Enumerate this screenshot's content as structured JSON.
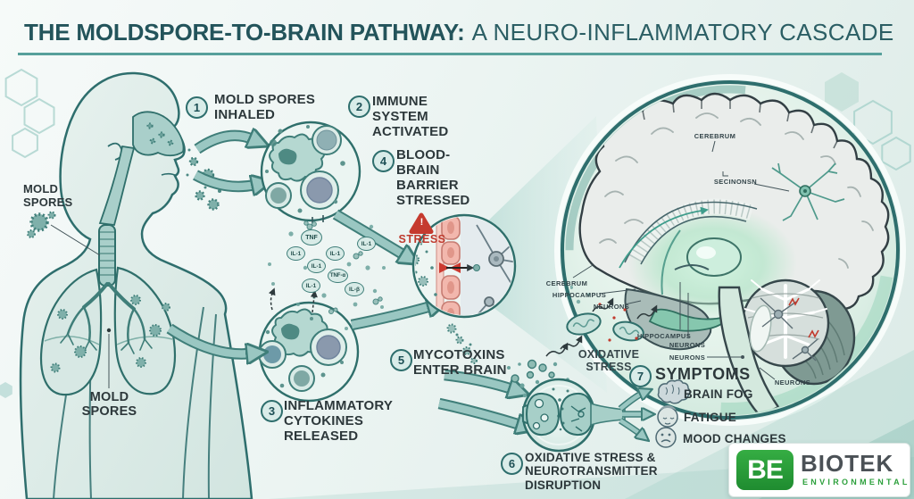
{
  "title": {
    "emphasis": "THE MOLDSPORE-TO-BRAIN PATHWAY:",
    "rest": "A NEURO-INFLAMMATORY CASCADE"
  },
  "steps": [
    {
      "num": "1",
      "label": "MOLD SPORES INHALED"
    },
    {
      "num": "2",
      "label": "IMMUNE SYSTEM ACTIVATED"
    },
    {
      "num": "3",
      "label": "INFLAMMATORY CYTOKINES RELEASED"
    },
    {
      "num": "4",
      "label": "BLOOD-BRAIN BARRIER STRESSED"
    },
    {
      "num": "5",
      "label": "MYCOTOXINS ENTER BRAIN"
    },
    {
      "num": "6",
      "label": "OXIDATIVE STRESS & NEUROTRANSMITTER DISRUPTION"
    },
    {
      "num": "7",
      "label": "SYMPTOMS"
    }
  ],
  "body_labels": {
    "mold_spores_side": "MOLD SPORES",
    "mold_spores_lungs": "MOLD SPORES"
  },
  "barrier": {
    "stress": "STRESS",
    "warning_mark": "!"
  },
  "cytokines": [
    "TNF",
    "IL-1",
    "IL-1",
    "IL-1",
    "TNF-α",
    "IL-1",
    "IL-β",
    "IL-1"
  ],
  "brain": {
    "cerebrum_top": "CEREBRUM",
    "neurons_top": "SECINONSN",
    "cerebrum_left": "CEREBRUM",
    "hippocampus_left": "HIPPOCAMPUS",
    "neurons_left": "NEURONS",
    "hippocampus_mid": "HIPPOCAMPUS",
    "neurons_mid": "NEURONS",
    "neurons_brainstem": "NEURONS",
    "neurons_right": "NEURONS",
    "oxidative_stress": "OXIDATIVE STRESS"
  },
  "symptoms": [
    {
      "icon": "brain-icon",
      "label": "BRAIN FOG"
    },
    {
      "icon": "fatigue-face-icon",
      "label": "FATIGUE"
    },
    {
      "icon": "sad-face-icon",
      "label": "MOOD CHANGES"
    }
  ],
  "logo": {
    "monogram": "BE",
    "name": "BIOTEK",
    "tagline": "ENVIRONMENTAL"
  },
  "colors": {
    "accent_teal": "#2e6e6d",
    "arrow_teal": "#9ac7c2",
    "alert_red": "#c23b2e",
    "logo_green": "#2da03c",
    "title_teal": "#23545b"
  }
}
